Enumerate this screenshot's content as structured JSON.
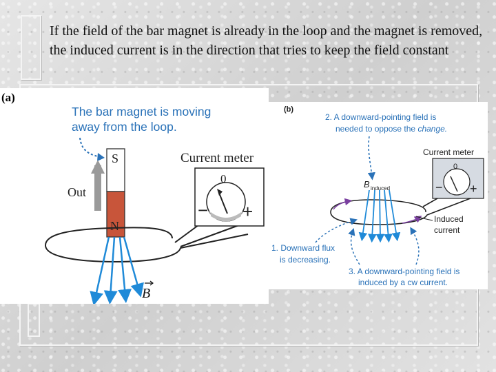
{
  "slide": {
    "heading": "If the field of the bar magnet is already in the loop and the magnet is removed, the induced current is in the direction that tries to keep the field constant"
  },
  "panel_a": {
    "label": "(a)",
    "caption_line1": "The bar magnet is moving",
    "caption_line2": "away from the loop.",
    "pole_top": "S",
    "pole_bottom": "N",
    "motion_label": "Out",
    "meter_label": "Current meter",
    "meter_zero": "0",
    "meter_minus": "−",
    "meter_plus": "+",
    "field_label": "B",
    "caption_color": "#2a72b8",
    "magnet_south_color": "#ffffff",
    "magnet_north_color": "#c8553a",
    "field_color": "#1f8ad8"
  },
  "panel_b": {
    "label": "(b)",
    "note2_line1": "2. A downward-pointing field is",
    "note2_line2a": "needed to oppose the ",
    "note2_line2b": "change.",
    "meter_label": "Current meter",
    "meter_zero": "0",
    "meter_minus": "−",
    "meter_plus": "+",
    "b_induced_main": "B",
    "b_induced_sub": "induced",
    "induced_line1": "Induced",
    "induced_line2": "current",
    "note1_line1": "1. Downward flux",
    "note1_line2": "is decreasing.",
    "note3_line1": "3. A downward-pointing field is",
    "note3_line2": "induced by a cw current.",
    "note_color": "#2a72b8",
    "field_color": "#1f8ad8",
    "current_arrow_color": "#7a3fa0"
  }
}
